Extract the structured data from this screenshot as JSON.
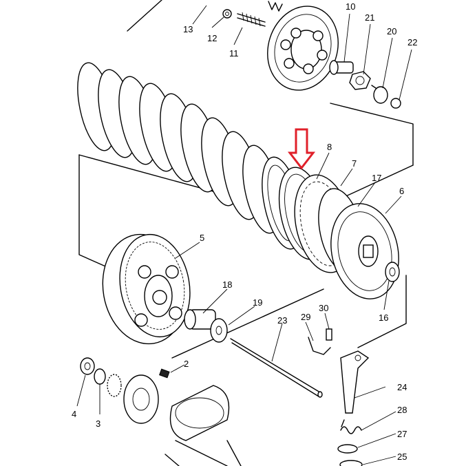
{
  "labels": [
    {
      "id": "13",
      "text": "13"
    },
    {
      "id": "12",
      "text": "12"
    },
    {
      "id": "11",
      "text": "11"
    },
    {
      "id": "10",
      "text": "10"
    },
    {
      "id": "21",
      "text": "21"
    },
    {
      "id": "20",
      "text": "20"
    },
    {
      "id": "22",
      "text": "22"
    },
    {
      "id": "8",
      "text": "8"
    },
    {
      "id": "7",
      "text": "7"
    },
    {
      "id": "17",
      "text": "17"
    },
    {
      "id": "6",
      "text": "6"
    },
    {
      "id": "5",
      "text": "5"
    },
    {
      "id": "16",
      "text": "16"
    },
    {
      "id": "18",
      "text": "18"
    },
    {
      "id": "19",
      "text": "19"
    },
    {
      "id": "23",
      "text": "23"
    },
    {
      "id": "29",
      "text": "29"
    },
    {
      "id": "30",
      "text": "30"
    },
    {
      "id": "2",
      "text": "2"
    },
    {
      "id": "4",
      "text": "4"
    },
    {
      "id": "3",
      "text": "3"
    },
    {
      "id": "24",
      "text": "24"
    },
    {
      "id": "28",
      "text": "28"
    },
    {
      "id": "27",
      "text": "27"
    },
    {
      "id": "25",
      "text": "25"
    }
  ],
  "colors": {
    "ink": "#000000",
    "highlight_arrow": "#e0202a",
    "paper": "#ffffff"
  }
}
